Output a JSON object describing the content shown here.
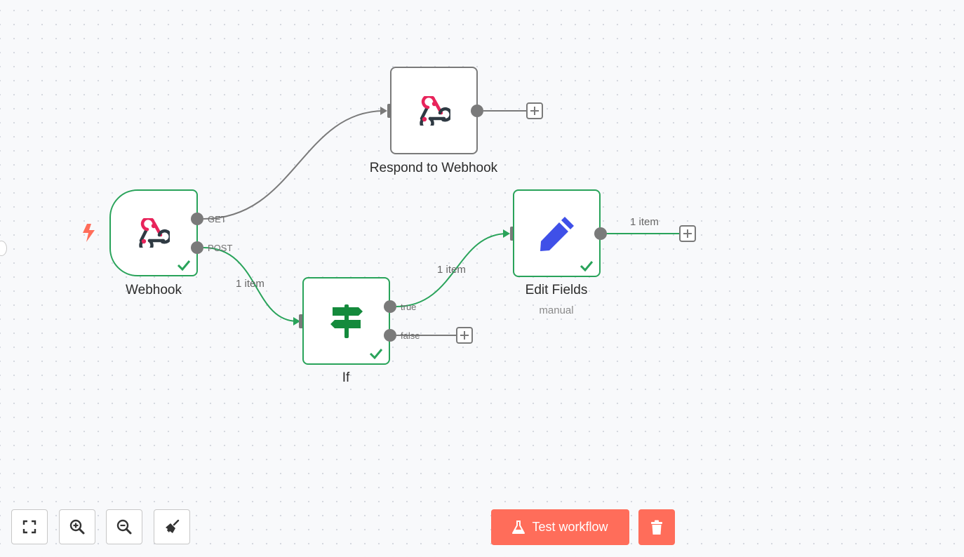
{
  "nodes": {
    "webhook": {
      "label": "Webhook",
      "icon": "webhook-icon",
      "status": "success",
      "outputs": [
        "GET",
        "POST"
      ]
    },
    "respond": {
      "label": "Respond to Webhook",
      "icon": "webhook-icon"
    },
    "if": {
      "label": "If",
      "icon": "signpost-icon",
      "status": "success",
      "outputs": [
        "true",
        "false"
      ]
    },
    "edit_fields": {
      "label": "Edit Fields",
      "subtitle": "manual",
      "icon": "pencil-icon",
      "status": "success"
    }
  },
  "edges": {
    "post_to_if": "1 item",
    "true_to_edit": "1 item",
    "edit_out": "1 item"
  },
  "controls": {
    "fit_view": "expand-icon",
    "zoom_in": "zoom-in-icon",
    "zoom_out": "zoom-out-icon",
    "tidy": "broom-icon"
  },
  "actions": {
    "test_workflow": "Test workflow",
    "delete": "trash-icon"
  },
  "colors": {
    "success": "#29a35a",
    "accent": "#ff6d5a",
    "default_border": "#7a7a7a",
    "webhook_pink": "#e8245b",
    "signpost_green": "#148a3c",
    "pencil_blue": "#3f50e8"
  }
}
